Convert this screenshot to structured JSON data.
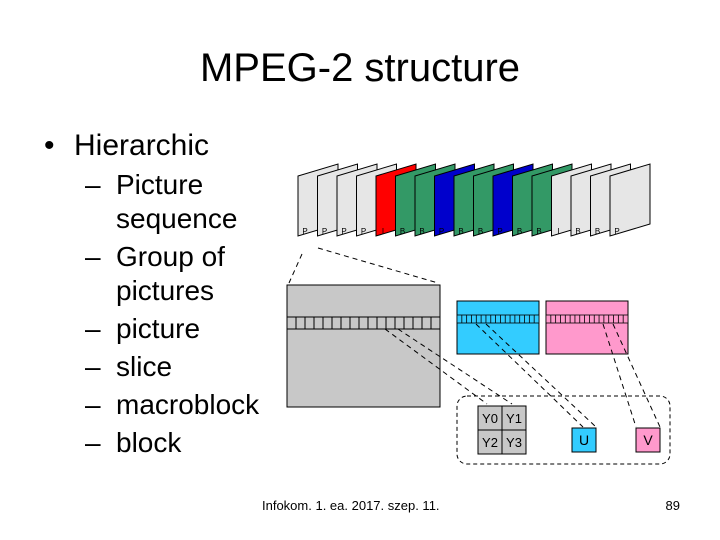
{
  "slide": {
    "title": "MPEG-2 structure",
    "bullet": "Hierarchic",
    "subitems": [
      [
        "Picture",
        "sequence"
      ],
      [
        "Group of",
        "pictures"
      ],
      [
        "picture"
      ],
      [
        "slice"
      ],
      [
        "macroblock"
      ],
      [
        "block"
      ]
    ],
    "bullet_mark": "•",
    "dash_mark": "–"
  },
  "diagram": {
    "frame_colors": {
      "gray": "#e6e6e6",
      "red": "#ff0000",
      "green": "#339966",
      "blue": "#0000cc",
      "luma": "#c8c8c8",
      "u": "#33ccff",
      "v": "#ff99cc"
    },
    "frames": [
      {
        "color": "gray",
        "label": "P"
      },
      {
        "color": "gray",
        "label": "P"
      },
      {
        "color": "gray",
        "label": "P"
      },
      {
        "color": "gray",
        "label": "P"
      },
      {
        "color": "red",
        "label": "I"
      },
      {
        "color": "green",
        "label": "B"
      },
      {
        "color": "green",
        "label": "B"
      },
      {
        "color": "blue",
        "label": "P"
      },
      {
        "color": "green",
        "label": "B"
      },
      {
        "color": "green",
        "label": "B"
      },
      {
        "color": "blue",
        "label": "P"
      },
      {
        "color": "green",
        "label": "B"
      },
      {
        "color": "green",
        "label": "B"
      },
      {
        "color": "gray",
        "label": "I"
      },
      {
        "color": "gray",
        "label": "B"
      },
      {
        "color": "gray",
        "label": "B"
      },
      {
        "color": "gray",
        "label": "P"
      }
    ],
    "block_labels": [
      "Y0",
      "Y1",
      "Y2",
      "Y3"
    ],
    "u_label": "U",
    "v_label": "V"
  },
  "footer": {
    "text": "Infokom. 1. ea. 2017. szep. 11.",
    "page_number": "89"
  }
}
